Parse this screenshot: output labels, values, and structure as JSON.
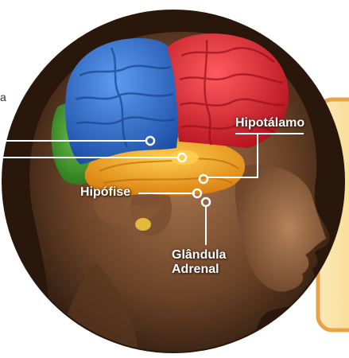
{
  "labels": {
    "hipotalamo": "Hipotálamo",
    "hipofise": "Hipófise",
    "glandula_line1": "Glândula",
    "glandula_line2": "Adrenal",
    "left_fragment": "a"
  },
  "colors": {
    "frontal_lobe": "#e0323f",
    "parietal_lobe": "#2f6fd6",
    "occipital_lobe": "#3a9b2d",
    "temporal_lobe": "#f0a51f",
    "skin_dark": "#3a2414",
    "skin_light": "#b07a52",
    "panel_cream": "#fbe9b8",
    "panel_orange": "#e9a347",
    "leader_line": "#ffffff"
  }
}
